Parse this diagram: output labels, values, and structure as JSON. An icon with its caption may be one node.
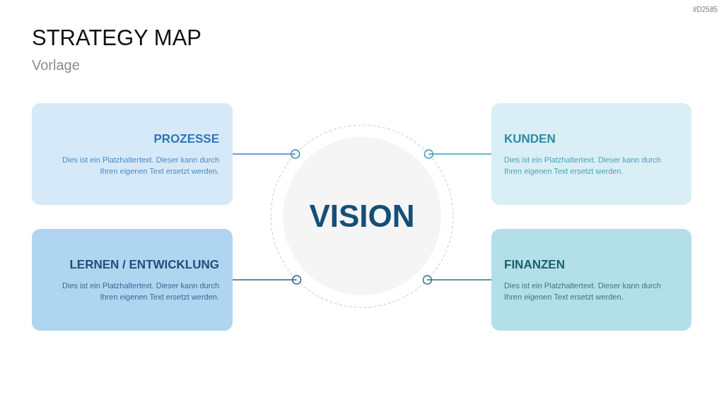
{
  "diagram": {
    "title": "STRATEGY MAP",
    "nodes": [
      {
        "text": [
          "PROZESSE",
          "Dies ist ein Platzhaltertext. Dieser kann durch Ihren eigenen Text ersetzt werden."
        ]
      },
      {
        "text": [
          "KUNDEN",
          "Dies ist ein Platzhaltertext. Dieser kann durch Ihren eigenen Text ersetzt werden."
        ]
      },
      {
        "text": [
          "VISION"
        ]
      },
      {
        "text": [
          "LERNEN / ENTWICKLUNG",
          "Dies ist ein Platzhaltertext. Dieser kann durch Ihren eigenen Text ersetzt werden."
        ]
      },
      {
        "text": [
          "FINANZEN",
          "Dies ist ein Platzhaltertext. Dieser kann durch Ihren eigenen Text ersetzt werden."
        ]
      }
    ],
    "edges": [
      {
        "from": 0,
        "to": 2,
        "arrow": "other",
        "color": "#3b82bf"
      },
      {
        "from": 1,
        "to": 2,
        "arrow": "other",
        "color": "#3a98b2"
      },
      {
        "from": 3,
        "to": 2,
        "arrow": "other",
        "color": "#2f5f85"
      },
      {
        "from": 4,
        "to": 2,
        "arrow": "other",
        "color": "#2e6e7e"
      }
    ],
    "labels": [
      "#D2585",
      "Vorlage"
    ]
  }
}
